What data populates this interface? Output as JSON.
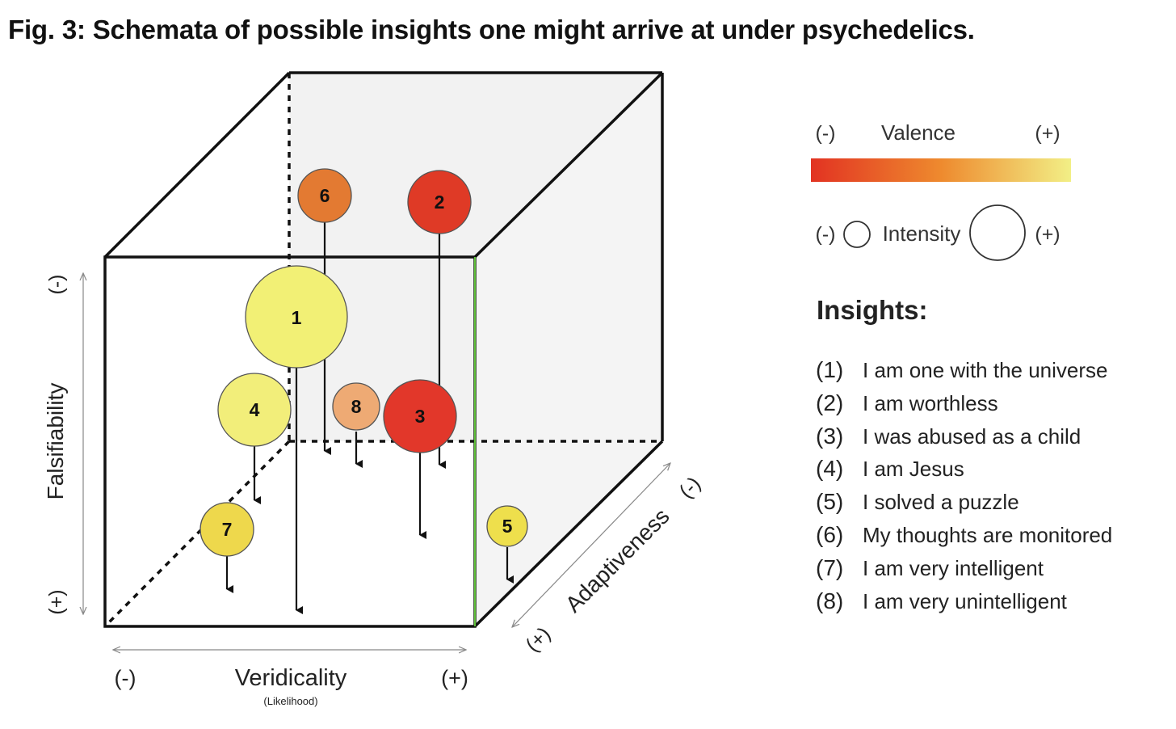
{
  "title": "Fig. 3: Schemata of possible insights one might arrive at under psychedelics.",
  "axes": {
    "falsifiability": {
      "label": "Falsifiability",
      "neg": "(-)",
      "pos": "(+)"
    },
    "veridicality": {
      "label": "Veridicality",
      "sublabel": "(Likelihood)",
      "neg": "(-)",
      "pos": "(+)"
    },
    "adaptiveness": {
      "label": "Adaptiveness",
      "neg": "(-)",
      "pos": "(+)"
    }
  },
  "legend": {
    "valence": {
      "label": "Valence",
      "neg": "(-)",
      "pos": "(+)",
      "gradient_colors": [
        "#e23322",
        "#ee8a2e",
        "#f2ef86"
      ]
    },
    "intensity": {
      "label": "Intensity",
      "neg": "(-)",
      "pos": "(+)"
    },
    "insights_heading": "Insights:",
    "insights": [
      {
        "num": "(1)",
        "text": "I am one with the universe"
      },
      {
        "num": "(2)",
        "text": "I am worthless"
      },
      {
        "num": "(3)",
        "text": "I was abused as a child"
      },
      {
        "num": "(4)",
        "text": "I am Jesus"
      },
      {
        "num": "(5)",
        "text": "I solved a puzzle"
      },
      {
        "num": "(6)",
        "text": "My thoughts are monitored"
      },
      {
        "num": "(7)",
        "text": "I am very intelligent"
      },
      {
        "num": "(8)",
        "text": "I am very unintelligent"
      }
    ]
  },
  "bubbles": [
    {
      "label": "1",
      "color": "#f2f075"
    },
    {
      "label": "2",
      "color": "#df3a26"
    },
    {
      "label": "3",
      "color": "#e2372a"
    },
    {
      "label": "4",
      "color": "#f2ee7a"
    },
    {
      "label": "5",
      "color": "#eedf4c"
    },
    {
      "label": "6",
      "color": "#e37a32"
    },
    {
      "label": "7",
      "color": "#eed84c"
    },
    {
      "label": "8",
      "color": "#eeaa74"
    }
  ]
}
